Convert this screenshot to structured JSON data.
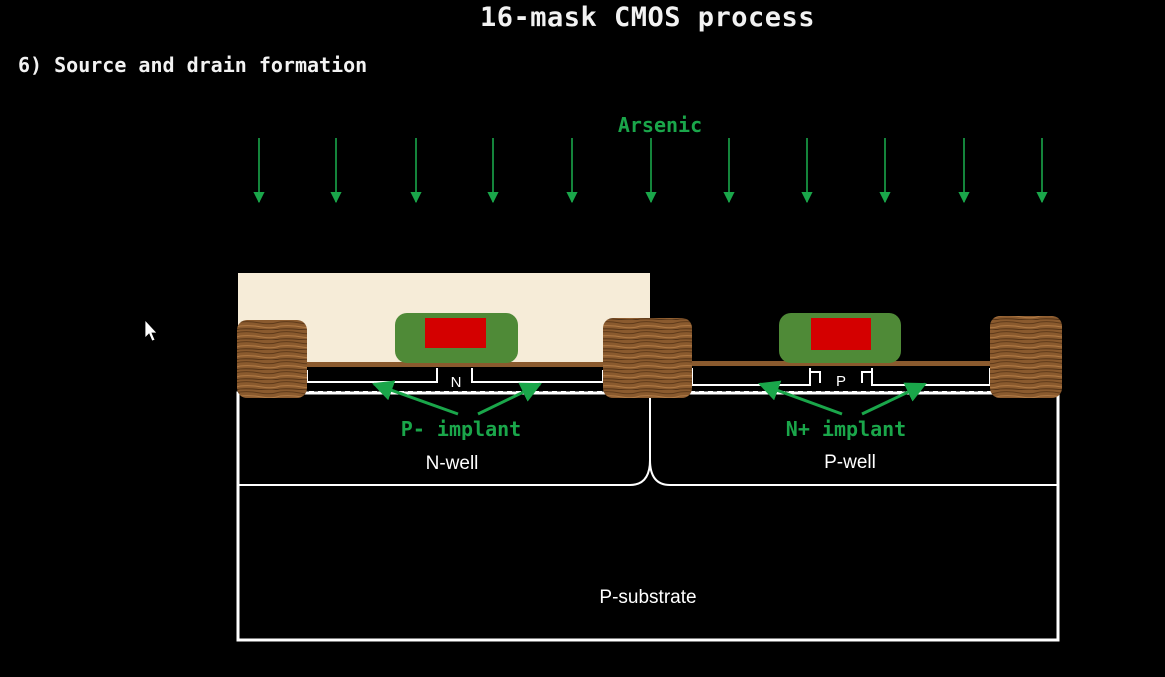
{
  "slide": {
    "title": "16-mask CMOS process",
    "step": "6) Source and drain formation"
  },
  "diagram": {
    "dopant_label": "Arsenic",
    "nmos_channel_label": "N",
    "pmos_channel_label": "P",
    "left_implant_label": "P- implant",
    "right_implant_label": "N+ implant",
    "nwell_label": "N-well",
    "pwell_label": "P-well",
    "substrate_label": "P-substrate"
  },
  "colors": {
    "background": "#000000",
    "annotation_green": "#1aa64a",
    "gate_poly": "#d40000",
    "spacer": "#4f8a37",
    "field_oxide": "#8a5a2e",
    "photoresist": "#f6ecd8"
  }
}
